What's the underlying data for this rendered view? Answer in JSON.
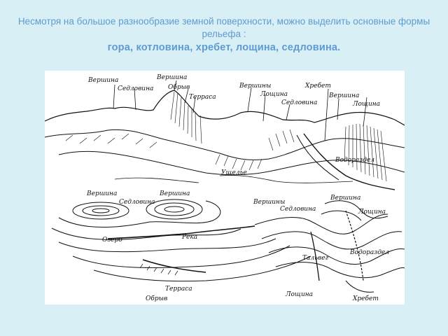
{
  "slide": {
    "intro_text": "Несмотря на большое разнообразие земной поверхности, можно выделить основные формы рельефа :",
    "forms_text": "гора, котловина, хребет, лощина, седловина."
  },
  "figure": {
    "top_labels": {
      "summit_1": "Вершина",
      "saddle_1": "Седловина",
      "summit_2": "Вершина",
      "cliff": "Обрыв",
      "terrace": "Терраса",
      "summits": "Вершины",
      "hollow": "Лощина",
      "saddle_2": "Седловина",
      "ridge": "Хребет",
      "summit_3": "Вершина",
      "hollow_2": "Лощина",
      "gorge": "Ущелье",
      "watershed": "Водораздел"
    },
    "bottom_labels": {
      "summit_1": "Вершина",
      "saddle_1": "Седловина",
      "summit_2": "Вершина",
      "lake": "Озеро",
      "river": "Река",
      "summits": "Вершины",
      "saddle_2": "Седловина",
      "summit_3": "Вершина",
      "hollow": "Лощина",
      "gorge": "Тальвег",
      "watershed": "Водораздел",
      "terrace": "Терраса",
      "cliff": "Обрыв",
      "hollow_2": "Лощина",
      "ridge": "Хребет"
    }
  }
}
